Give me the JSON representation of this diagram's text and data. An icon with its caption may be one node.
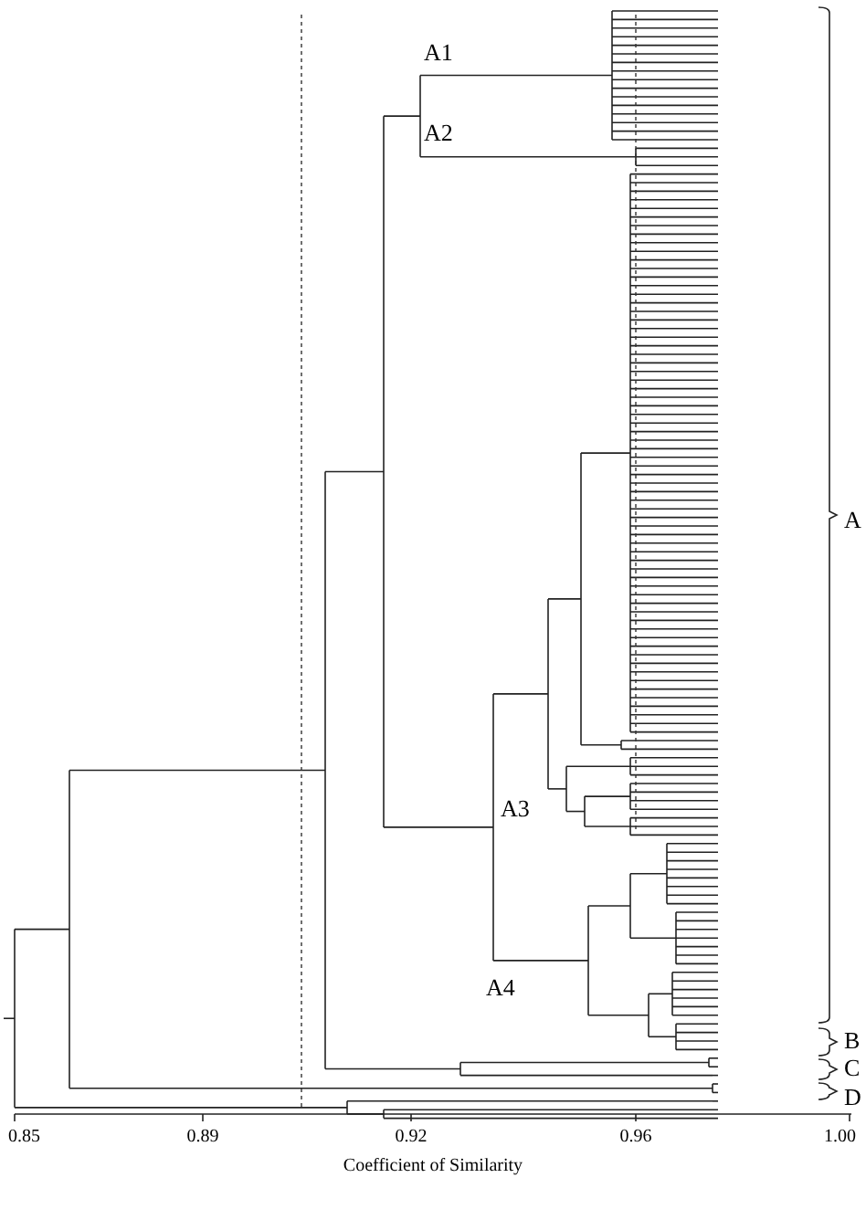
{
  "diagram": {
    "labels": [
      "A1",
      "A2",
      "A3",
      "A4",
      "A",
      "B",
      "C",
      "D",
      "0.85",
      "0.89",
      "0.92",
      "0.96",
      "1.00",
      "Coefficient of Similarity"
    ]
  }
}
